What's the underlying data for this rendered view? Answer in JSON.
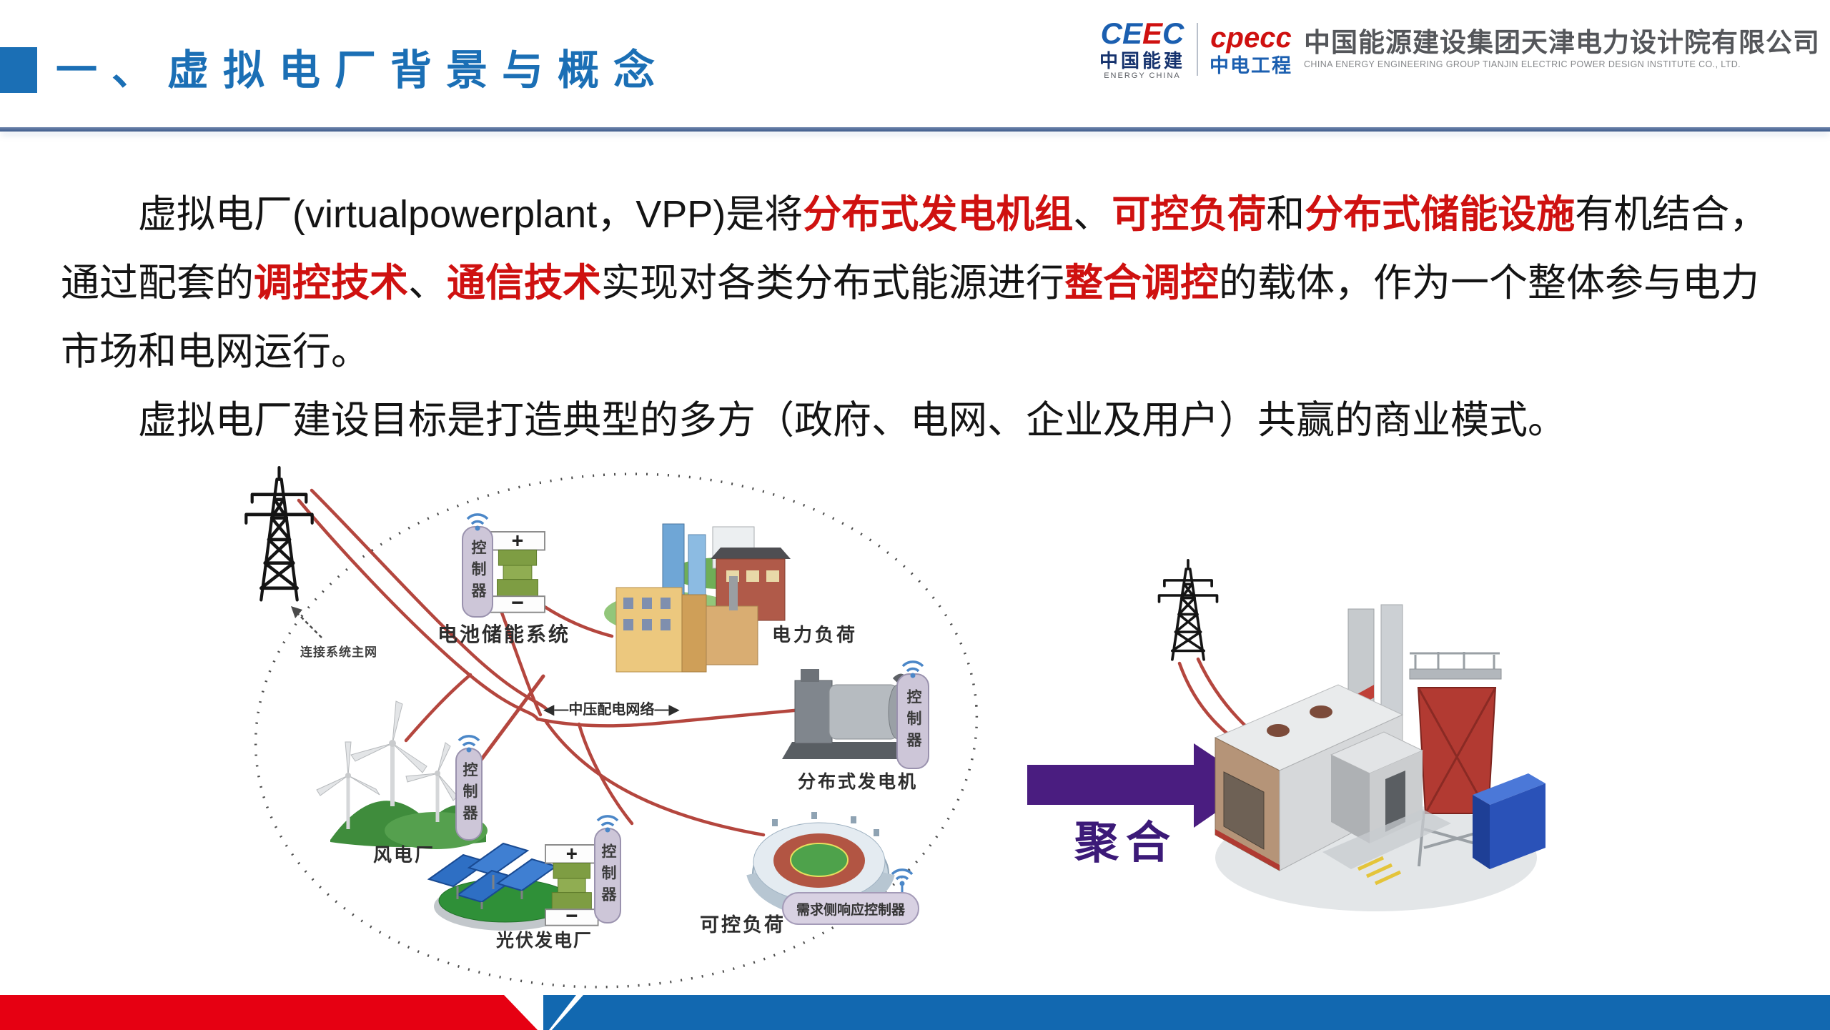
{
  "header": {
    "title": "一、虚拟电厂背景与概念",
    "logos": {
      "ceec_mark_left": "CE",
      "ceec_mark_mid": "E",
      "ceec_mark_right": "C",
      "ceec_cn": "中国能建",
      "ceec_en": "ENERGY CHINA",
      "cpecc_mark": "cpecc",
      "cpecc_cn": "中电工程",
      "company_cn": "中国能源建设集团天津电力设计院有限公司",
      "company_en": "CHINA ENERGY ENGINEERING GROUP TIANJIN ELECTRIC POWER DESIGN INSTITUTE CO., LTD."
    }
  },
  "body": {
    "lines": [
      {
        "segs": [
          {
            "t": "虚拟电厂(virtualpowerplant，VPP)是将"
          },
          {
            "t": "分布式发电机组"
          },
          {
            "t": "、"
          },
          {
            "t": "可控负荷"
          },
          {
            "t": "和"
          },
          {
            "t": "分布式储能设施"
          },
          {
            "t": "有机结合，"
          }
        ]
      },
      {
        "segs": [
          {
            "t": "通过配套的"
          },
          {
            "t": "调控技术"
          },
          {
            "t": "、"
          },
          {
            "t": "通信技术"
          },
          {
            "t": "实现对各类分布式能源进行"
          },
          {
            "t": "整合调控"
          },
          {
            "t": "的载体，作为一个整体参与电力"
          }
        ]
      },
      {
        "segs": [
          {
            "t": "市场和电网运行。"
          }
        ]
      },
      {
        "segs": [
          {
            "t": "虚拟电厂建设目标是打造典型的多方（政府、电网、企业及用户）共赢的商业模式。"
          }
        ]
      }
    ]
  },
  "diagram": {
    "labels": {
      "grid_link": "连接系统主网",
      "battery_sys": "电池储能系统",
      "power_load": "电力负荷",
      "mv_network": "◀—中压配电网络—▶",
      "dist_gen": "分布式发电机",
      "wind_farm": "风电厂",
      "pv_plant": "光伏发电厂",
      "ctrl_load": "可控负荷",
      "drc": "需求侧响应控制器",
      "controller": "控制器",
      "aggregate": "聚合"
    },
    "battery_plus": "+",
    "battery_minus": "−"
  },
  "colors": {
    "title_blue": "#1b6fb5",
    "highlight_red": "#cf1110",
    "aggregate_purple": "#4a1d80",
    "footer_red": "#e60012",
    "footer_blue": "#1268b0",
    "network_line_red": "#b4463e"
  }
}
